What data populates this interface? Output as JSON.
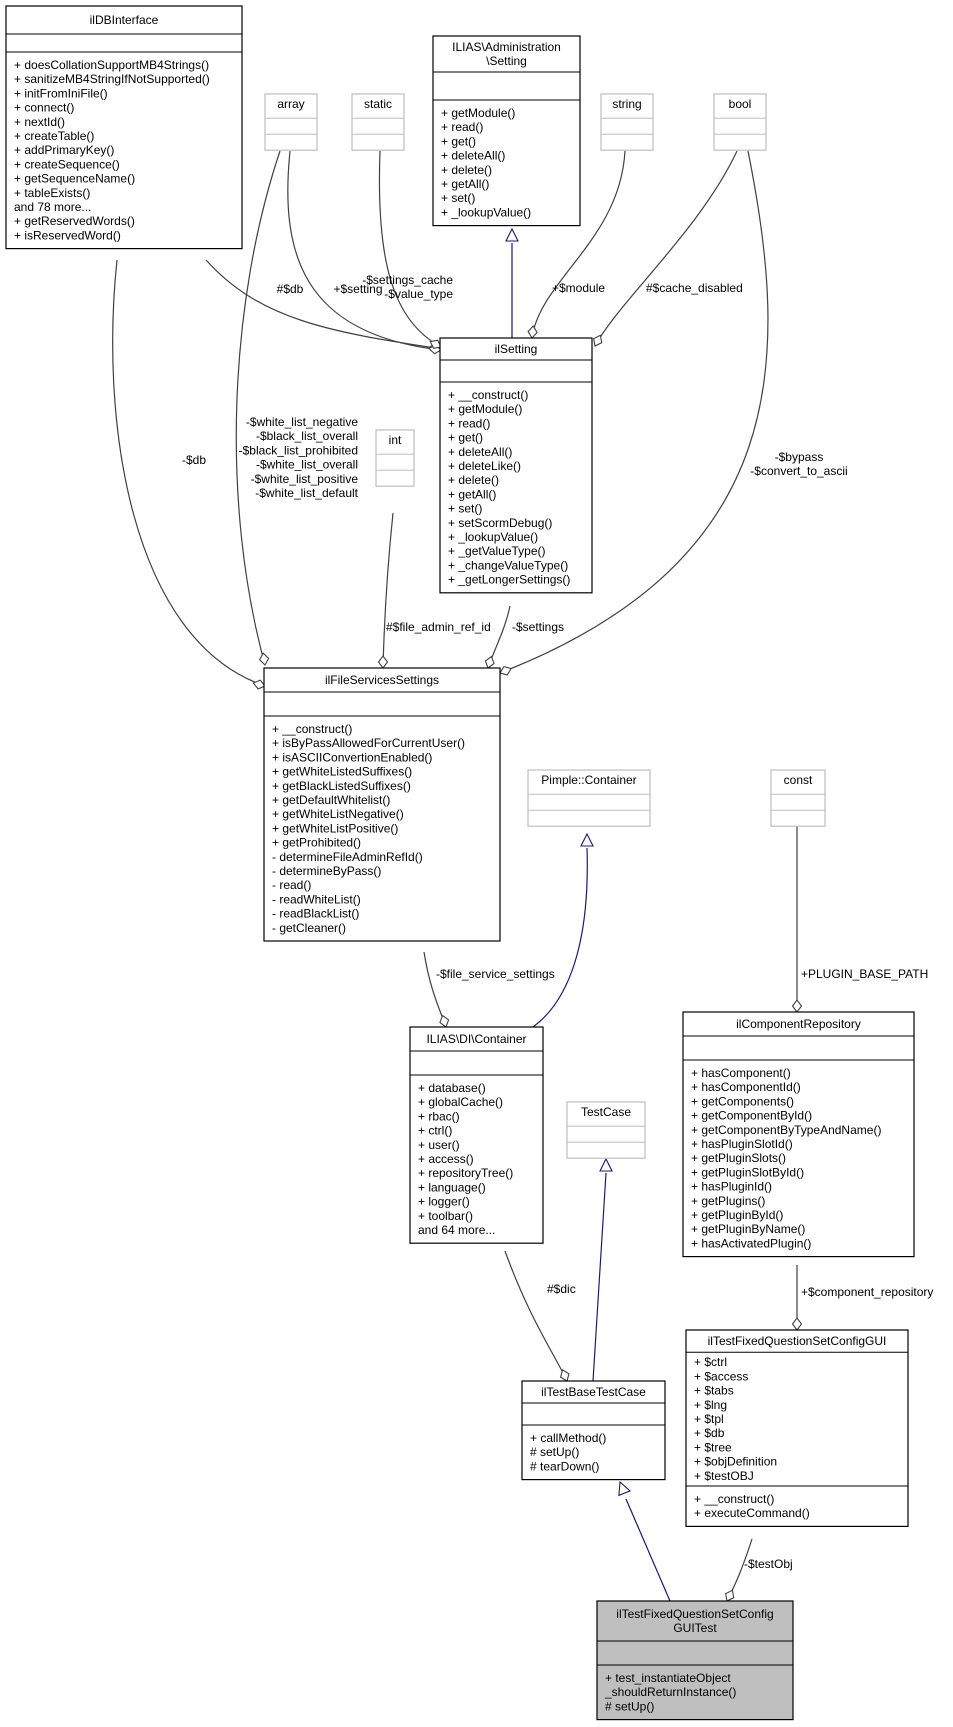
{
  "colors": {
    "border": "#000000",
    "ghost_border": "#bfbfbf",
    "ghost_title": "#404040",
    "focus_fill": "#bfbfbf",
    "inheritance_edge": "#191970",
    "association_edge": "#404040"
  },
  "classes": {
    "ildbinterface": {
      "title": [
        "ilDBInterface"
      ],
      "attributes": [],
      "methods": [
        "+ doesCollationSupportMB4Strings()",
        "+ sanitizeMB4StringIfNotSupported()",
        "+ initFromIniFile()",
        "+ connect()",
        "+ nextId()",
        "+ createTable()",
        "+ addPrimaryKey()",
        "+ createSequence()",
        "+ getSequenceName()",
        "+ tableExists()",
        "and 78 more...",
        "+ getReservedWords()",
        "+ isReservedWord()"
      ]
    },
    "admin_setting": {
      "title": [
        "ILIAS\\Administration",
        "\\Setting"
      ],
      "attributes": [],
      "methods": [
        "+ getModule()",
        "+ read()",
        "+ get()",
        "+ deleteAll()",
        "+ delete()",
        "+ getAll()",
        "+ set()",
        "+ _lookupValue()"
      ]
    },
    "array": {
      "title": [
        "array"
      ]
    },
    "static": {
      "title": [
        "static"
      ]
    },
    "string": {
      "title": [
        "string"
      ]
    },
    "bool": {
      "title": [
        "bool"
      ]
    },
    "int": {
      "title": [
        "int"
      ]
    },
    "ilsetting": {
      "title": [
        "ilSetting"
      ],
      "attributes": [],
      "methods": [
        "+ __construct()",
        "+ getModule()",
        "+ read()",
        "+ get()",
        "+ deleteAll()",
        "+ deleteLike()",
        "+ delete()",
        "+ getAll()",
        "+ set()",
        "+ setScormDebug()",
        "+ _lookupValue()",
        "+ _getValueType()",
        "+ _changeValueType()",
        "+ _getLongerSettings()"
      ]
    },
    "ilfileservicessettings": {
      "title": [
        "ilFileServicesSettings"
      ],
      "attributes": [],
      "methods": [
        "+ __construct()",
        "+ isByPassAllowedForCurrentUser()",
        "+ isASCIIConvertionEnabled()",
        "+ getWhiteListedSuffixes()",
        "+ getBlackListedSuffixes()",
        "+ getDefaultWhitelist()",
        "+ getWhiteListNegative()",
        "+ getWhiteListPositive()",
        "+ getProhibited()",
        "- determineFileAdminRefId()",
        "- determineByPass()",
        "- read()",
        "- readWhiteList()",
        "- readBlackList()",
        "- getCleaner()"
      ]
    },
    "pimple": {
      "title": [
        "Pimple::Container"
      ]
    },
    "const": {
      "title": [
        "const"
      ]
    },
    "di_container": {
      "title": [
        "ILIAS\\DI\\Container"
      ],
      "attributes": [],
      "methods": [
        "+ database()",
        "+ globalCache()",
        "+ rbac()",
        "+ ctrl()",
        "+ user()",
        "+ access()",
        "+ repositoryTree()",
        "+ language()",
        "+ logger()",
        "+ toolbar()",
        "and 64 more..."
      ]
    },
    "testcase": {
      "title": [
        "TestCase"
      ]
    },
    "ilcomponentrepository": {
      "title": [
        "ilComponentRepository"
      ],
      "attributes": [],
      "methods": [
        "+ hasComponent()",
        "+ hasComponentId()",
        "+ getComponents()",
        "+ getComponentById()",
        "+ getComponentByTypeAndName()",
        "+ hasPluginSlotId()",
        "+ getPluginSlots()",
        "+ getPluginSlotById()",
        "+ hasPluginId()",
        "+ getPlugins()",
        "+ getPluginById()",
        "+ getPluginByName()",
        "+ hasActivatedPlugin()"
      ]
    },
    "iltestfixedquestionsetconfiggui": {
      "title": [
        "ilTestFixedQuestionSetConfigGUI"
      ],
      "attributes": [
        "+ $ctrl",
        "+ $access",
        "+ $tabs",
        "+ $lng",
        "+ $tpl",
        "+ $db",
        "+ $tree",
        "+ $objDefinition",
        "+ $testOBJ"
      ],
      "methods": [
        "+ __construct()",
        "+ executeCommand()"
      ]
    },
    "iltestbasetestcase": {
      "title": [
        "ilTestBaseTestCase"
      ],
      "attributes": [],
      "methods": [
        "+ callMethod()",
        "# setUp()",
        "# tearDown()"
      ]
    },
    "focus": {
      "title": [
        "ilTestFixedQuestionSetConfig",
        "GUITest"
      ],
      "attributes": [],
      "methods": [
        "+ test_instantiateObject",
        "_shouldReturnInstance()",
        "# setUp()"
      ]
    }
  },
  "edge_labels": {
    "db_to_setting": [
      "#$db"
    ],
    "array_to_setting": [
      "+$setting"
    ],
    "static_to_setting": [
      "-$settings_cache",
      "-$value_type"
    ],
    "string_to_setting": [
      "+$module"
    ],
    "bool_to_setting": [
      "#$cache_disabled"
    ],
    "db_to_fss": [
      "-$db"
    ],
    "array_to_fss": [
      "-$white_list_negative",
      "-$black_list_overall",
      "-$black_list_prohibited",
      "-$white_list_overall",
      "-$white_list_positive",
      "-$white_list_default"
    ],
    "int_to_fss": [
      "#$file_admin_ref_id"
    ],
    "setting_to_fss": [
      "-$settings"
    ],
    "bool_to_fss": [
      "-$bypass",
      "-$convert_to_ascii"
    ],
    "fss_to_container": [
      "-$file_service_settings"
    ],
    "const_to_repo": [
      "+PLUGIN_BASE_PATH"
    ],
    "container_to_base": [
      "#$dic"
    ],
    "repo_to_gui": [
      "+$component_repository"
    ],
    "gui_to_focus": [
      "-$testObj"
    ]
  }
}
